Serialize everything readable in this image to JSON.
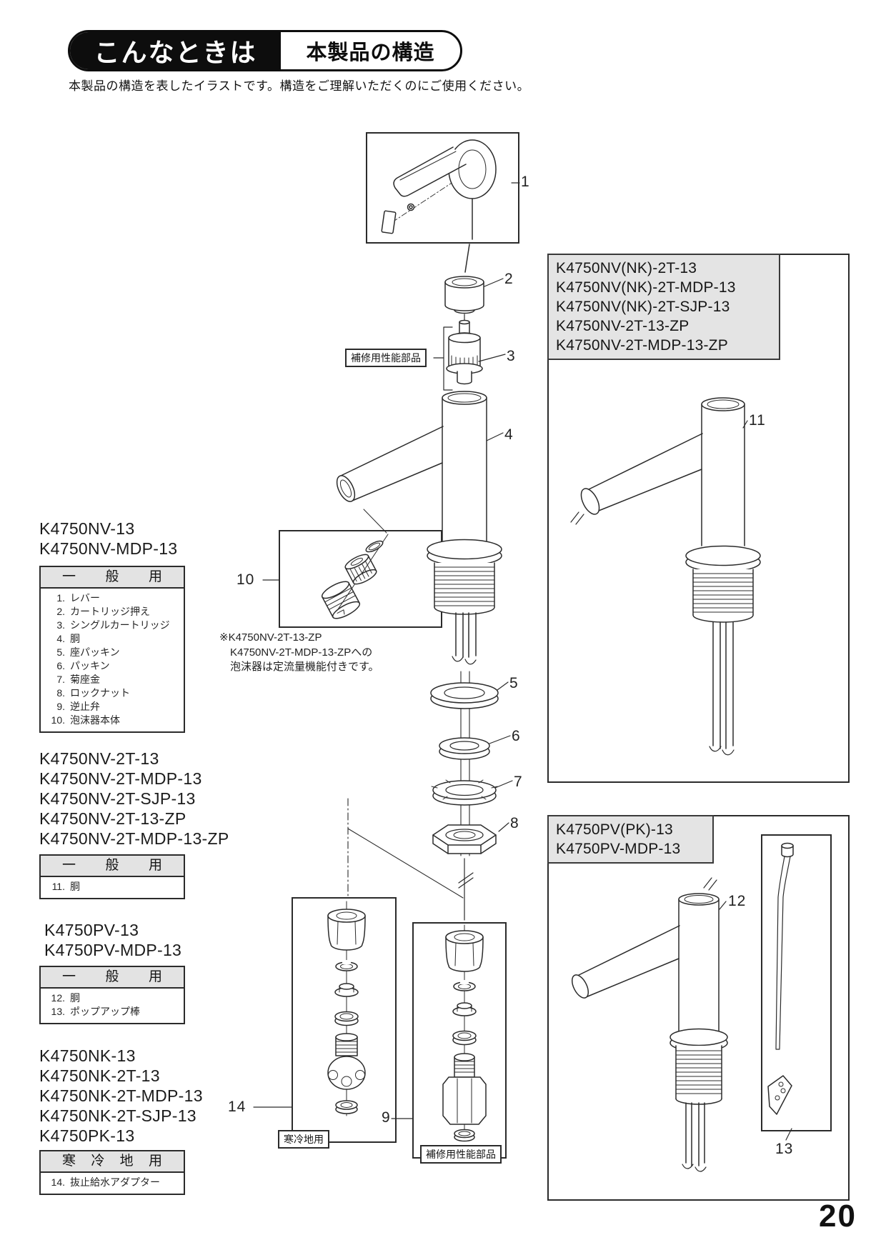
{
  "header": {
    "badge": "こんなときは",
    "title": "本製品の構造"
  },
  "intro": "本製品の構造を表したイラストです。構造をご理解いただくのにご使用ください。",
  "groups": [
    {
      "models": [
        "K4750NV-13",
        "K4750NV-MDP-13"
      ],
      "heading": "一般用",
      "items": [
        [
          "1.",
          "レバー"
        ],
        [
          "2.",
          "カートリッジ押え"
        ],
        [
          "3.",
          "シングルカートリッジ"
        ],
        [
          "4.",
          "胴"
        ],
        [
          "5.",
          "座パッキン"
        ],
        [
          "6.",
          "パッキン"
        ],
        [
          "7.",
          "菊座金"
        ],
        [
          "8.",
          "ロックナット"
        ],
        [
          "9.",
          "逆止弁"
        ],
        [
          "10.",
          "泡沫器本体"
        ]
      ]
    },
    {
      "models": [
        "K4750NV-2T-13",
        "K4750NV-2T-MDP-13",
        "K4750NV-2T-SJP-13",
        "K4750NV-2T-13-ZP",
        "K4750NV-2T-MDP-13-ZP"
      ],
      "heading": "一般用",
      "items": [
        [
          "11.",
          "胴"
        ]
      ]
    },
    {
      "models": [
        "K4750PV-13",
        "K4750PV-MDP-13"
      ],
      "heading": "一般用",
      "items": [
        [
          "12.",
          "胴"
        ],
        [
          "13.",
          "ポップアップ棒"
        ]
      ]
    },
    {
      "models": [
        "K4750NK-13",
        "K4750NK-2T-13",
        "K4750NK-2T-MDP-13",
        "K4750NK-2T-SJP-13",
        "K4750PK-13"
      ],
      "heading": "寒冷地用",
      "items": [
        [
          "14.",
          "抜止給水アダプター"
        ]
      ]
    }
  ],
  "panel_top_models": [
    "K4750NV(NK)-2T-13",
    "K4750NV(NK)-2T-MDP-13",
    "K4750NV(NK)-2T-SJP-13",
    "K4750NV-2T-13-ZP",
    "K4750NV-2T-MDP-13-ZP"
  ],
  "panel_bottom_models": [
    "K4750PV(PK)-13",
    "K4750PV-MDP-13"
  ],
  "labels": {
    "repair": "補修用性能部品",
    "cold": "寒冷地用"
  },
  "note_lines": [
    "※K4750NV-2T-13-ZP",
    "K4750NV-2T-MDP-13-ZPへの",
    "泡沫器は定流量機能付きです。"
  ],
  "part_labels": [
    "1",
    "2",
    "3",
    "4",
    "5",
    "6",
    "7",
    "8",
    "9",
    "10",
    "11",
    "12",
    "13",
    "14"
  ],
  "page_number": "20"
}
